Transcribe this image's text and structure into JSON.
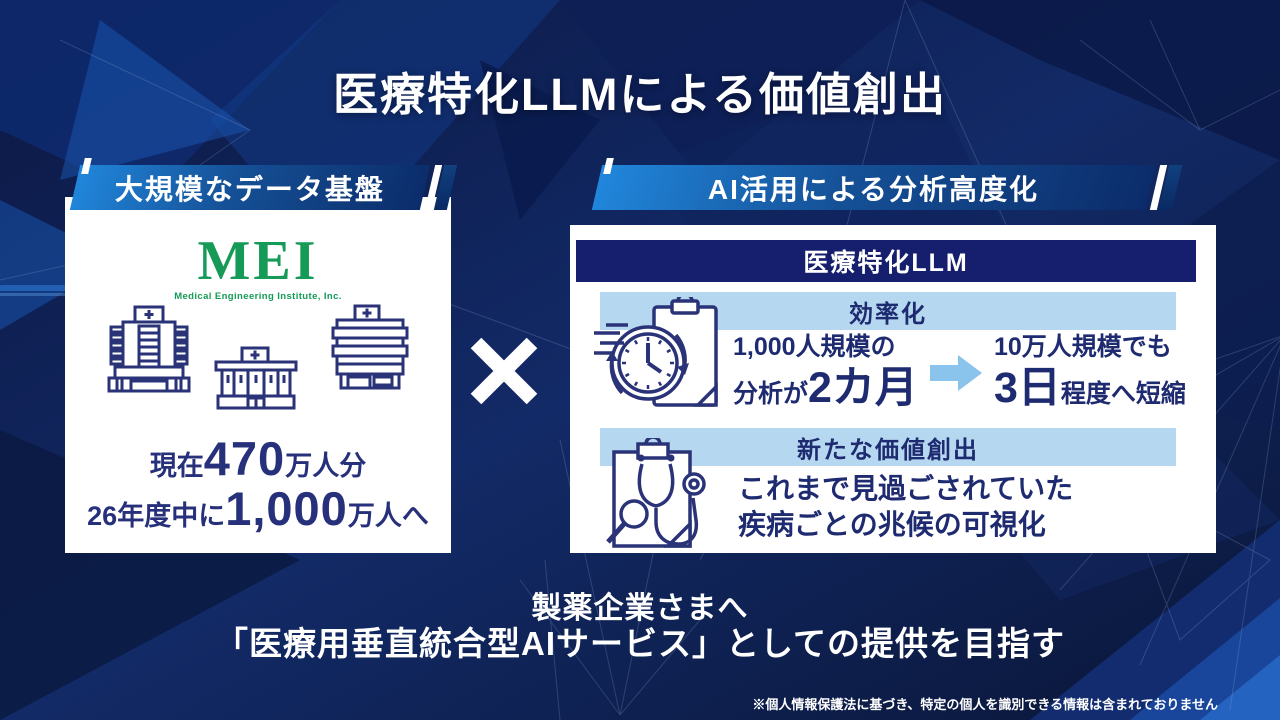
{
  "title": "医療特化LLMによる価値創出",
  "left_panel": {
    "header": "大規模なデータ基盤",
    "logo_text": "MEI",
    "logo_subtext": "Medical Engineering Institute, Inc.",
    "stat1": {
      "prefix": "現在",
      "value": "470",
      "suffix": "万人分"
    },
    "stat2": {
      "prefix": "26年度中に",
      "value": "1,000",
      "suffix": "万人へ"
    }
  },
  "multiply_symbol": "×",
  "right_panel": {
    "header": "AI活用による分析高度化",
    "llm_label": "医療特化LLM",
    "efficiency": {
      "label": "効率化",
      "before_line1": "1,000人規模の",
      "before_prefix": "分析が",
      "before_value": "2カ月",
      "after_line1": "10万人規模でも",
      "after_value": "3日",
      "after_suffix": "程度へ短縮"
    },
    "new_value": {
      "label": "新たな価値創出",
      "line1": "これまで見過ごされていた",
      "line2": "疾病ごとの兆候の可視化"
    }
  },
  "footer": {
    "line1": "製薬企業さまへ",
    "line2": "「医療用垂直統合型AIサービス」としての提供を目指す",
    "note": "※個人情報保護法に基づき、特定の個人を識別できる情報は含まれておりません"
  },
  "icons": [
    "hospital-tower-icon",
    "hospital-building-icon",
    "hospital-slab-icon",
    "multiply-icon",
    "speed-clock-clipboard-icon",
    "stethoscope-clipboard-icon",
    "right-arrow-icon"
  ],
  "colors": {
    "background": "#0d1c4a",
    "ribbon_blue": "#2187dc",
    "ribbon_navy": "#0b2c6a",
    "banner_navy": "#161f6d",
    "band_lightblue": "#b5d8f0",
    "text_navy": "#27307a",
    "mei_green": "#169a57",
    "arrow_blue": "#8ac3ec",
    "white": "#ffffff"
  }
}
